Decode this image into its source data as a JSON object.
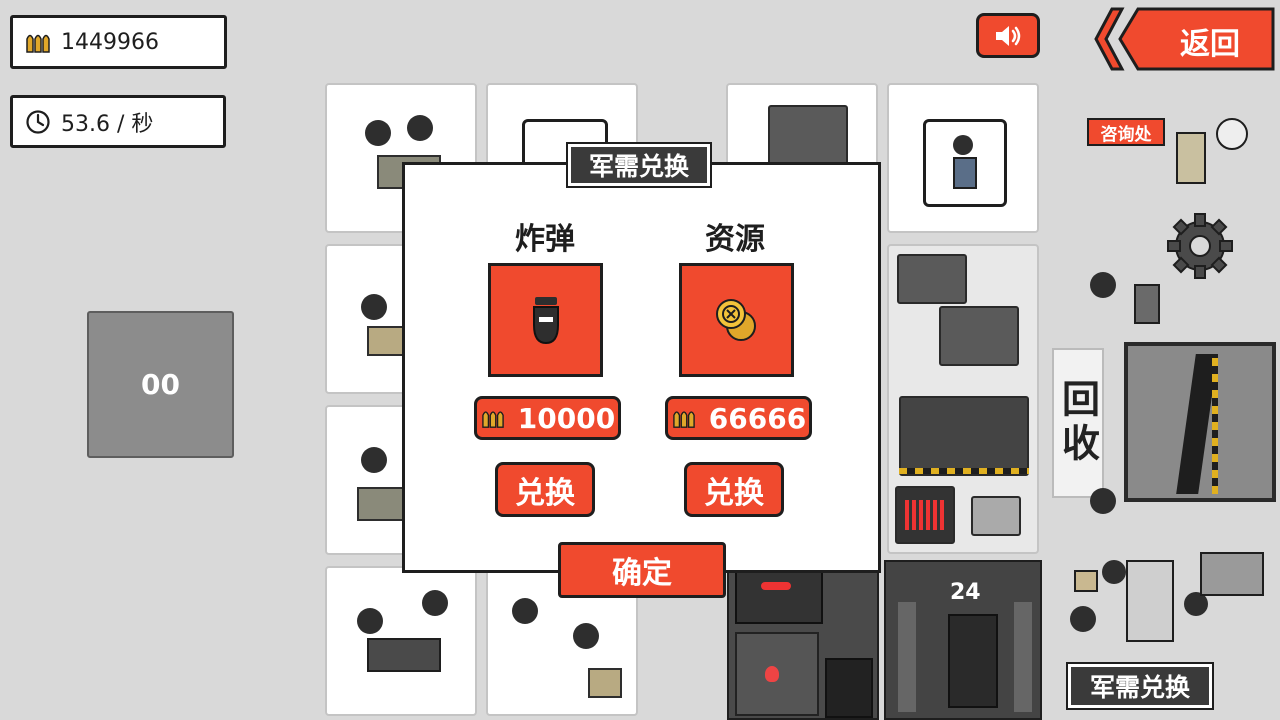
{
  "hud": {
    "ammo_count": "1449966",
    "income_rate": "53.6 / 秒",
    "counter_display": "00",
    "back_label": "返回"
  },
  "map": {
    "info_desk_label": "咨询处",
    "return_label": "回收",
    "bottom_label": "军需兑换",
    "room_number": "24"
  },
  "dialog": {
    "title": "军需兑换",
    "items": [
      {
        "name": "炸弹",
        "price": "10000",
        "button": "兑换",
        "icon": "bomb-icon"
      },
      {
        "name": "资源",
        "price": "66666",
        "button": "兑换",
        "icon": "coins-icon"
      }
    ],
    "confirm_label": "确定"
  },
  "colors": {
    "accent": "#f04a2e",
    "outline": "#1e1e1e",
    "background": "#d9d9d9"
  }
}
